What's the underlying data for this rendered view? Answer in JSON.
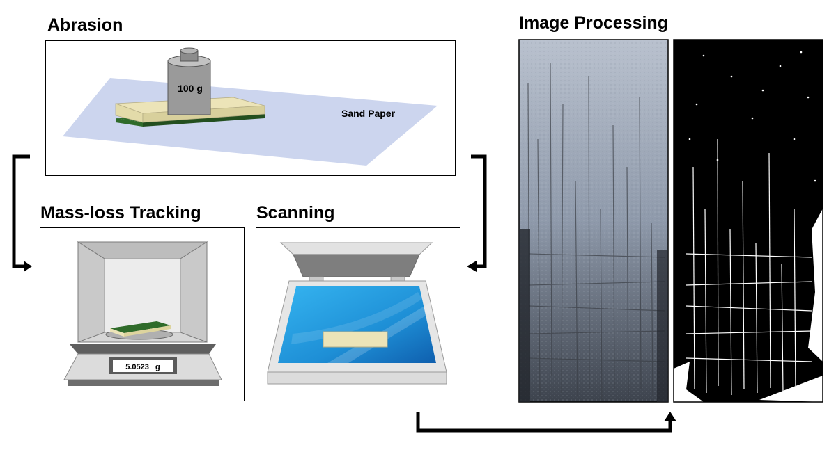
{
  "panels": {
    "abrasion": {
      "title": "Abrasion",
      "weight_label": "100 g",
      "paper_label": "Sand Paper"
    },
    "mass_loss": {
      "title": "Mass-loss Tracking",
      "scale_reading": "5.0523   g"
    },
    "scanning": {
      "title": "Scanning"
    },
    "image_processing": {
      "title": "Image Processing"
    }
  },
  "colors": {
    "sandpaper": "#ccd5ee",
    "sample_top": "#ece4b8",
    "sample_bottom": "#2f6b2a",
    "weight": "#9a9a9a",
    "scanner_glass": "#1e8fd6",
    "arrow": "#000000"
  }
}
